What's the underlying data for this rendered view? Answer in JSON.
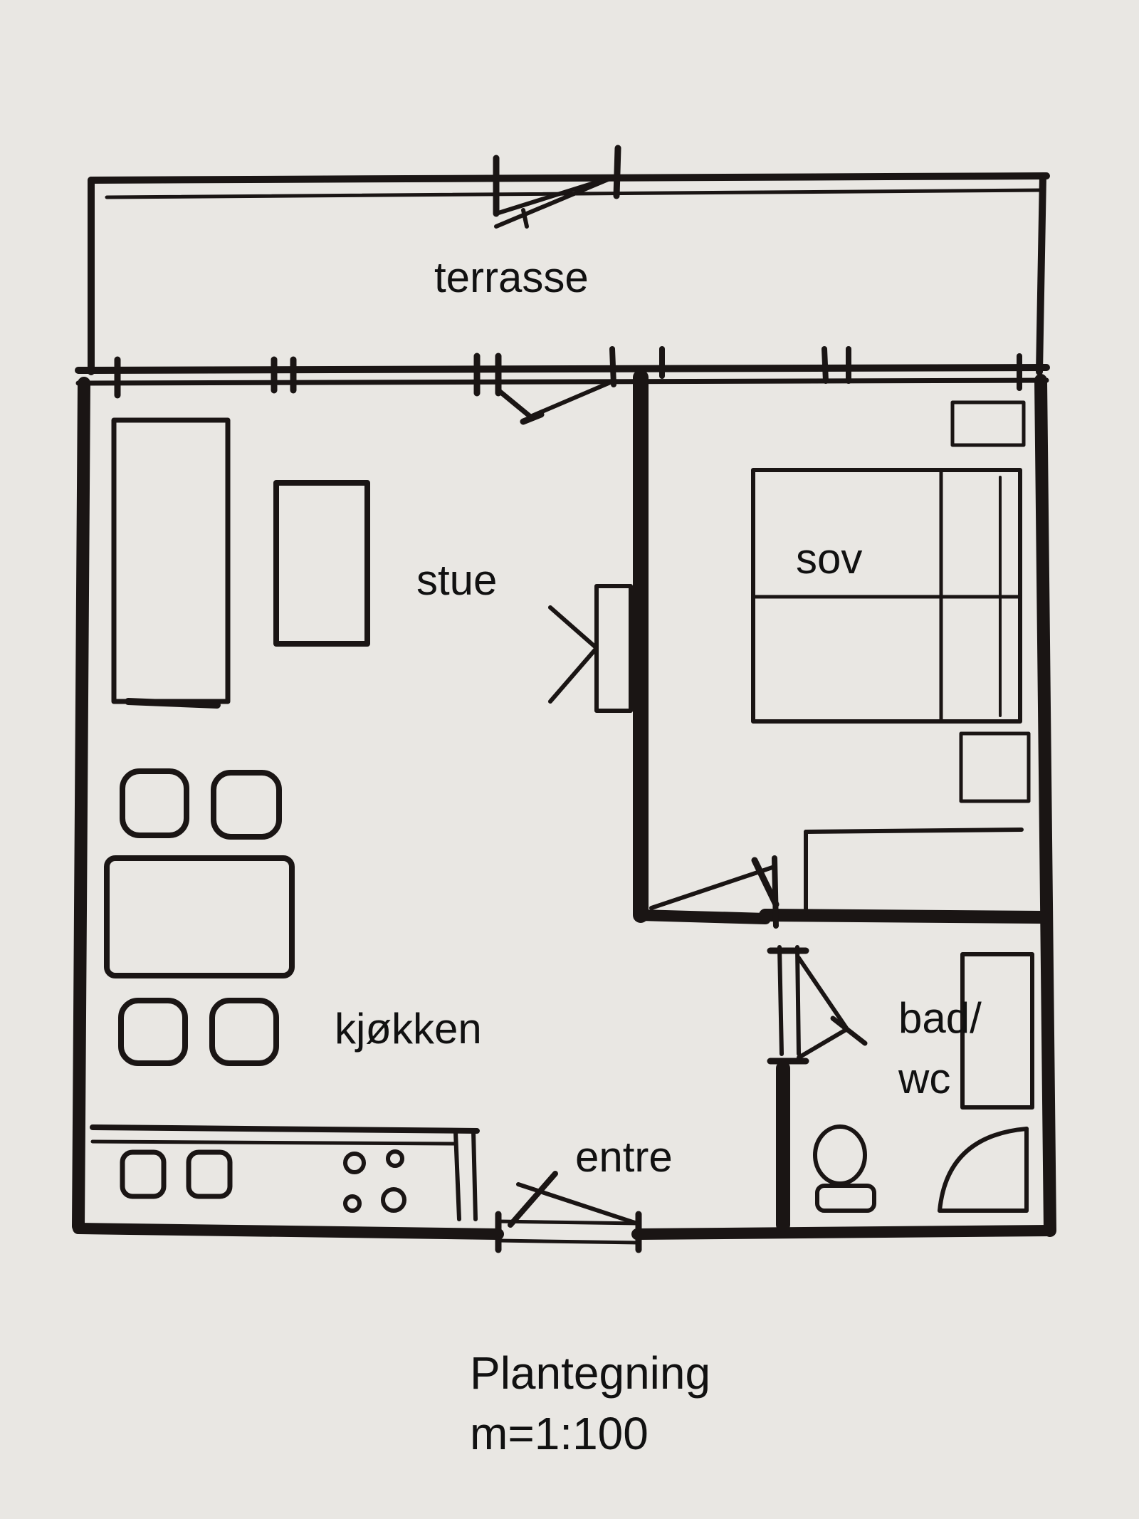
{
  "rooms": {
    "terrasse": "terrasse",
    "stue": "stue",
    "sov": "sov",
    "kjokken": "kjøkken",
    "entre": "entre",
    "bad_line1": "bad/",
    "bad_line2": "wc"
  },
  "caption": {
    "title": "Plantegning",
    "scale": "m=1:100"
  },
  "colors": {
    "paper": "#e9e7e3",
    "ink": "#1a1514"
  }
}
